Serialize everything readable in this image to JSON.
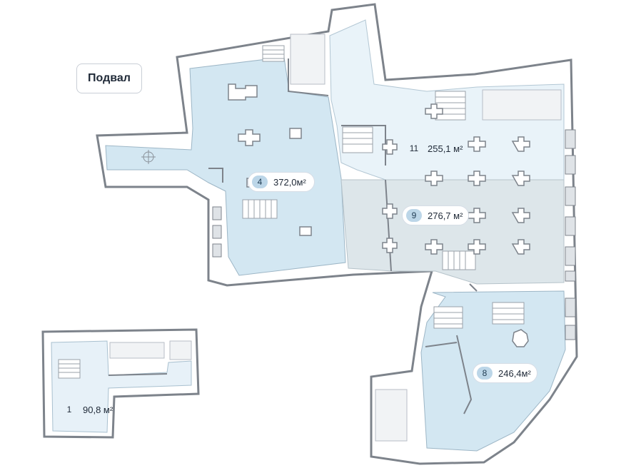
{
  "floor": {
    "label": "Подвал"
  },
  "colors": {
    "wall": "#7d838b",
    "room_4": "#d3e7f2",
    "room_11": "#e9f3f9",
    "room_9": "#dde6ea",
    "room_8": "#d3e7f2",
    "room_1": "#e7f1f8",
    "service": "#f1f3f5"
  },
  "rooms": [
    {
      "number": "4",
      "area": "372,0м²"
    },
    {
      "number": "11",
      "area": "255,1 м²"
    },
    {
      "number": "9",
      "area": "276,7 м²"
    },
    {
      "number": "8",
      "area": "246,4м²"
    },
    {
      "number": "1",
      "area": "90,8 м²"
    }
  ]
}
